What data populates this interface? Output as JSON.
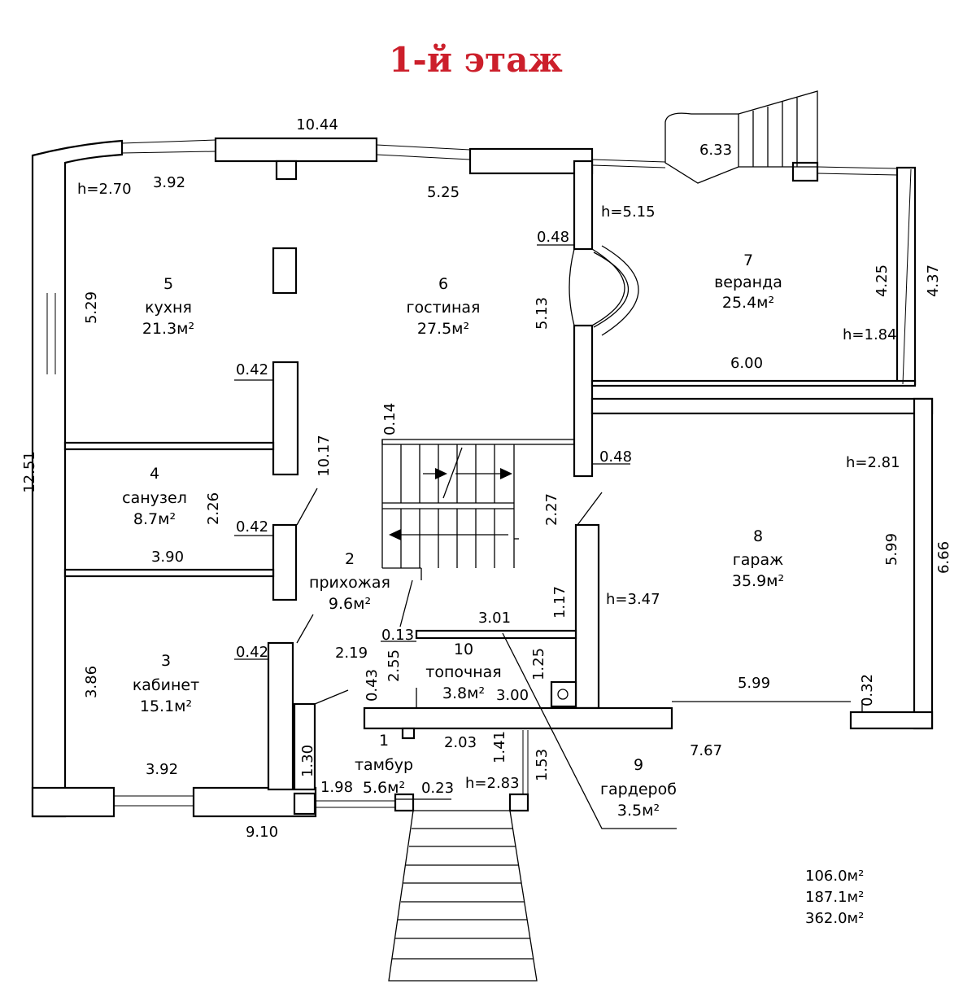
{
  "title": "1-й этаж",
  "colors": {
    "title": "#cc1f2b",
    "walls": "#000000",
    "background": "#ffffff"
  },
  "rooms": [
    {
      "num": "1",
      "name": "тамбур",
      "area": "5.6м²"
    },
    {
      "num": "2",
      "name": "прихожая",
      "area": "9.6м²"
    },
    {
      "num": "3",
      "name": "кабинет",
      "area": "15.1м²"
    },
    {
      "num": "4",
      "name": "санузел",
      "area": "8.7м²"
    },
    {
      "num": "5",
      "name": "кухня",
      "area": "21.3м²"
    },
    {
      "num": "6",
      "name": "гостиная",
      "area": "27.5м²"
    },
    {
      "num": "7",
      "name": "веранда",
      "area": "25.4м²"
    },
    {
      "num": "8",
      "name": "гараж",
      "area": "35.9м²"
    },
    {
      "num": "9",
      "name": "гардероб",
      "area": "3.5м²"
    },
    {
      "num": "10",
      "name": "топочная",
      "area": "3.8м²"
    }
  ],
  "heights": [
    "h=2.70",
    "h=5.15",
    "h=1.84",
    "h=2.81",
    "h=3.47",
    "h=2.83"
  ],
  "dimensions": [
    "10.44",
    "3.92",
    "5.25",
    "6.33",
    "0.48",
    "5.29",
    "5.13",
    "4.25",
    "4.37",
    "6.00",
    "0.42",
    "0.14",
    "12.51",
    "10.17",
    "2.26",
    "0.48",
    "3.90",
    "0.42",
    "2.27",
    "5.99",
    "6.66",
    "1.17",
    "3.01",
    "0.13",
    "0.42",
    "2.19",
    "2.55",
    "1.25",
    "3.86",
    "0.43",
    "3.00",
    "5.99",
    "0.32",
    "2.03",
    "1.41",
    "7.67",
    "1.30",
    "1.53",
    "1.98",
    "0.23",
    "3.92",
    "9.10"
  ],
  "totals": [
    "106.0м²",
    "187.1м²",
    "362.0м²"
  ]
}
